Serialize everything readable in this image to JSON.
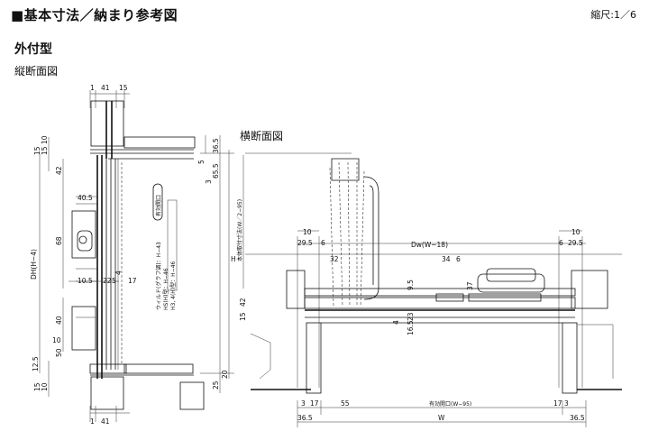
{
  "title": "■基本寸法／納まり参考図",
  "scale": "縮尺:1／6",
  "type_label": "外付型",
  "vertical_section_label": "縦断面図",
  "horizontal_section_label": "横断面図",
  "vertical_dims": {
    "top_1": "1",
    "top_41": "41",
    "top_15": "15",
    "left_10": "10",
    "left_15a": "15",
    "left_15b": "15",
    "left_42": "42",
    "left_40_5": "40.5",
    "left_68": "68",
    "left_10_5": "10.5",
    "left_22": "22",
    "left_5": "5",
    "left_17": "17",
    "left_4": "4",
    "left_40": "40",
    "left_10b": "10",
    "left_50": "50",
    "left_12_5": "12.5",
    "left_10c": "10",
    "left_15c": "15",
    "bot_1": "1",
    "bot_41": "41",
    "dh": "DH(H−4)",
    "right_36_5": "36.5",
    "right_5": "5",
    "right_65_5": "65.5",
    "right_3": "3",
    "right_H": "H",
    "right_25": "25",
    "right_20": "20",
    "center_note": "有効開口",
    "height_note_1": "ウィルド(グラフ調)：H−43",
    "height_note_2": "HS(H)型：H−46",
    "height_note_3": "H3, 4(H)型：H−46"
  },
  "horizontal_dims": {
    "handle_note": "本体取付寸法(W／2−95)",
    "dw": "Dw(W−18)",
    "l_10": "10",
    "l_29_5": "29.5",
    "l_32": "32",
    "l_6": "6",
    "r_10": "10",
    "r_6": "6",
    "r_29_5": "29.5",
    "m_34": "34",
    "m_6": "6",
    "m_37": "37",
    "m_9_5": "9.5",
    "m_23": "23",
    "m_4": "4",
    "m_16_5": "16.5",
    "l_42": "42",
    "l_15": "15",
    "b_3": "3",
    "b_17": "17",
    "b_55": "55",
    "open": "有効開口(W−95)",
    "b_17_3": "17",
    "b_3r": "3",
    "b_36_5l": "36.5",
    "b_W": "W",
    "b_36_5r": "36.5"
  }
}
